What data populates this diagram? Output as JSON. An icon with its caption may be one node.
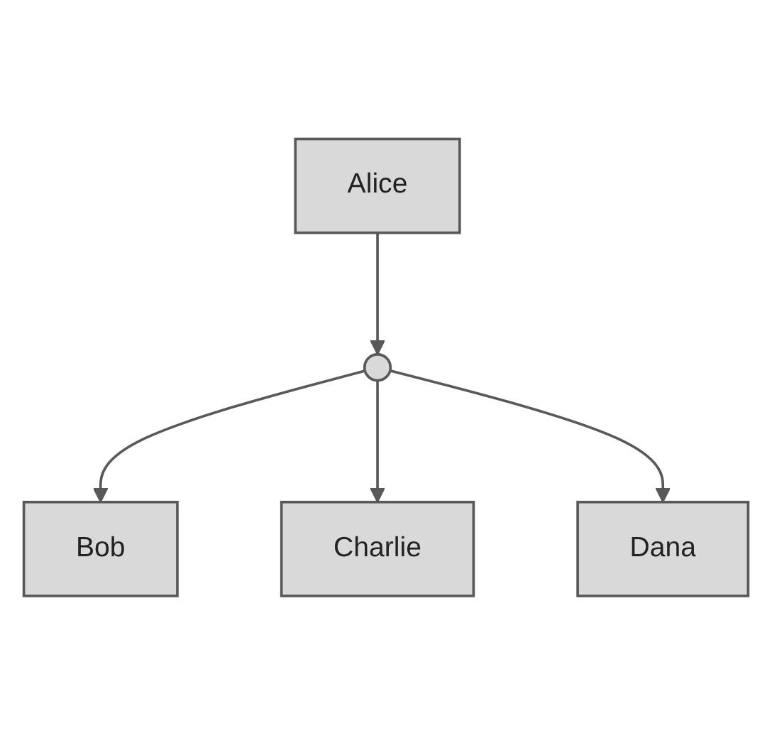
{
  "diagram": {
    "nodes": [
      {
        "text": [
          "Bob"
        ]
      },
      {
        "text": [
          "Alice"
        ]
      },
      {
        "text": [],
        "shape": "circle"
      },
      {
        "text": [
          "Charlie"
        ]
      },
      {
        "text": [
          "Dana"
        ]
      }
    ],
    "edges": [
      {
        "from": 1,
        "to": 2,
        "arrow": "to"
      },
      {
        "from": 2,
        "to": 0,
        "arrow": "to"
      },
      {
        "from": 2,
        "to": 3,
        "arrow": "to"
      },
      {
        "from": 2,
        "to": 4,
        "arrow": "to"
      }
    ]
  }
}
